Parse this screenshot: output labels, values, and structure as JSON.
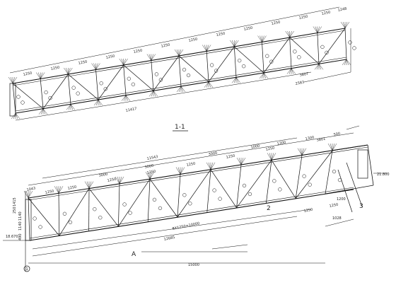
{
  "upper_truss": {
    "section_label": "1-1",
    "panel_dims": [
      "1250",
      "1250",
      "1250",
      "1250",
      "1250",
      "1250",
      "1250",
      "1250",
      "1250",
      "1250",
      "1250",
      "1250",
      "1248"
    ],
    "overall_length": "11417",
    "right_dim_a": "3807",
    "right_dim_b": "2583"
  },
  "lower_truss": {
    "top_overall": "11543",
    "seg_dims": [
      "3000",
      "3000",
      "3000",
      "1000",
      "1300",
      "1300",
      "500"
    ],
    "left_small": "1043",
    "panel_dims": [
      "1250",
      "1250",
      "1250",
      "1250",
      "1250",
      "1250",
      "1250",
      "1250",
      "1250"
    ],
    "panel_formula": "8X1250=10000",
    "overall_sub": "12685",
    "base_length": "15000",
    "right_dims": [
      "3801",
      "1200",
      "1028"
    ],
    "elevation_right": "21.800",
    "elevation_left": "18.670",
    "left_vertical_dims": [
      "1415",
      "250",
      "1140",
      "1140",
      "490"
    ],
    "node_labels": [
      "2",
      "3"
    ],
    "view_label": "A",
    "axis_bubble": "1"
  },
  "colors": {
    "line": "#111111",
    "background": "#ffffff"
  }
}
